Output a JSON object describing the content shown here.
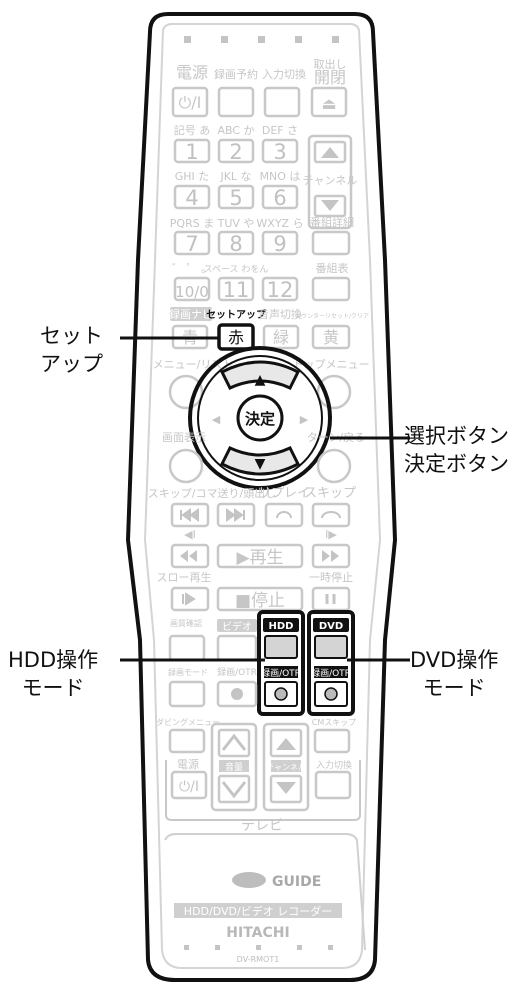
{
  "remote": {
    "row1_labels": {
      "power": "電源",
      "rec_reserve": "録画予約",
      "input": "入力切換",
      "eject_top": "取出し",
      "eject": "開閉"
    },
    "power_glyph": "⏻/I",
    "eject_glyph": "⏏",
    "keys": [
      {
        "top": "記号 あ",
        "num": "1"
      },
      {
        "top": "ABC か",
        "num": "2"
      },
      {
        "top": "DEF さ",
        "num": "3"
      },
      {
        "top": "GHI た",
        "num": "4"
      },
      {
        "top": "JKL な",
        "num": "5"
      },
      {
        "top": "MNO は",
        "num": "6"
      },
      {
        "top": "PQRS ま",
        "num": "7"
      },
      {
        "top": "TUV や",
        "num": "8"
      },
      {
        "top": "WXYZ ら",
        "num": "9"
      },
      {
        "top": "゛ ゜ 。",
        "num": "10/0"
      },
      {
        "top": "スペース わをん",
        "num": "11"
      },
      {
        "top": "",
        "num": "12"
      }
    ],
    "channel_label": "チャンネル",
    "program_detail": "番組詳細",
    "program_guide": "番組表",
    "rec_navi": "録画ナビ",
    "setup_small": "セットアップ",
    "audio_switch": "音声切換",
    "counter_reset": "カウンターリセット/クリア",
    "color_keys": {
      "blue": "青",
      "red": "赤",
      "green": "緑",
      "yellow": "黄"
    },
    "menu_list": "メニュー/リスト",
    "top_menu": "トップメニュー",
    "up_arrow": "▲",
    "down_arrow": "▼",
    "left_arrow": "◀",
    "right_arrow": "▶",
    "enter": "決定",
    "screen_display": "画面表示",
    "return": "ターン/戻る",
    "skip_frame": "スキップ/コマ送り/頭出し",
    "replay": "リプレイ",
    "skip": "スキップ",
    "rewind_small": "◀I",
    "ff_small": "I▶",
    "play": "▶再生",
    "slow_play": "スロー再生",
    "pause_label": "一時停止",
    "stop": "■停止",
    "quality": "画質確認",
    "video": "ビデオ",
    "hdd": "HDD",
    "dvd": "DVD",
    "record_otr": "録画/OTR",
    "rec_mode": "録画モード",
    "dubbing_menu": "ダビングメニュー",
    "commercial_skip": "CMスキップ",
    "tv_power": "電源",
    "volume": "音量",
    "tv_channel": "チャンネル",
    "tv_input": "入力切換",
    "tv_label": "テレビ",
    "brand_logo": "GUIDE",
    "model_band": "HDD/DVD/ビデオ レコーダー",
    "maker": "HITACHI",
    "model": "DV-RMOT1"
  },
  "callouts": {
    "setup_line1": "セット",
    "setup_line2": "アップ",
    "select_line1": "選択ボタン",
    "select_line2": "決定ボタン",
    "hdd_line1": "HDD操作",
    "hdd_line2": "モード",
    "dvd_line1": "DVD操作",
    "dvd_line2": "モード"
  }
}
